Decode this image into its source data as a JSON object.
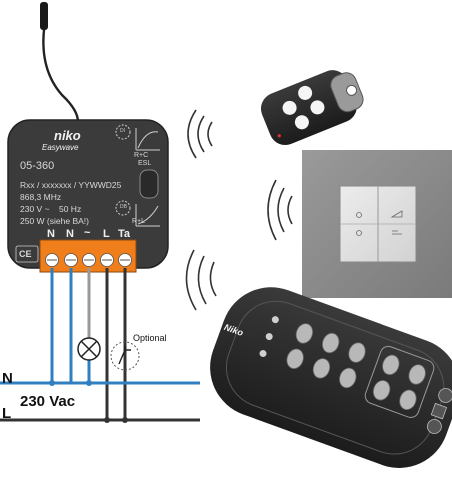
{
  "module": {
    "brand": "niko",
    "subbrand": "Easywave",
    "model": "05-360",
    "spec_lines": [
      "Rxx / xxxxxxx / YYWWD25",
      "868,3 MHz",
      "230 V ~    50 Hz",
      "250 W (siehe BA!)"
    ],
    "ce": "CE",
    "btn_top": "R+C",
    "btn_top2": "ESL",
    "btn_bottom": "R+L",
    "icon_top": "DI",
    "icon_bottom": "DB"
  },
  "terminals": [
    "N",
    "N",
    "~",
    "L",
    "Ta"
  ],
  "wiring": {
    "neutral_label": "N",
    "live_label": "L",
    "voltage_label": "230 Vac",
    "optional_label": "Optional",
    "neutral_color": "#2f7fc1",
    "live_color": "#333333",
    "terminal_color": "#f07e1a"
  },
  "remote": {
    "brand": "Niko"
  }
}
